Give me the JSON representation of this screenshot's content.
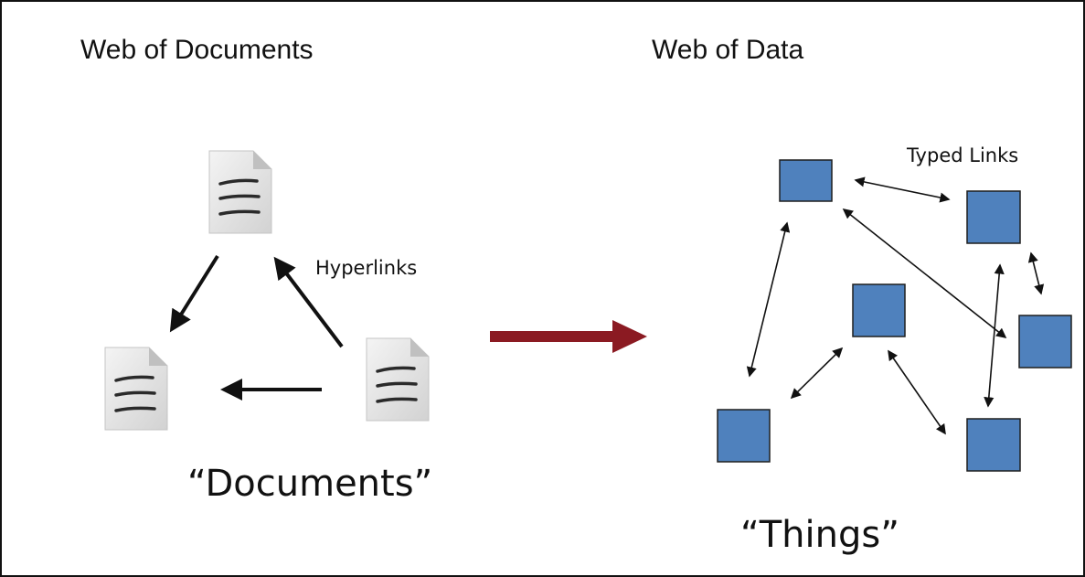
{
  "left_panel": {
    "title": "Web of Documents",
    "link_label": "Hyperlinks",
    "caption": "“Documents”"
  },
  "right_panel": {
    "title": "Web of Data",
    "link_label": "Typed Links",
    "caption": "“Things”"
  },
  "colors": {
    "node_fill": "#4f81bd",
    "node_stroke": "#1f1f1f",
    "transition_arrow": "#8b1a22",
    "document_arrow": "#111111",
    "link_arrow": "#111111"
  },
  "icons": {
    "document": "document-icon",
    "transition": "right-arrow-icon"
  }
}
